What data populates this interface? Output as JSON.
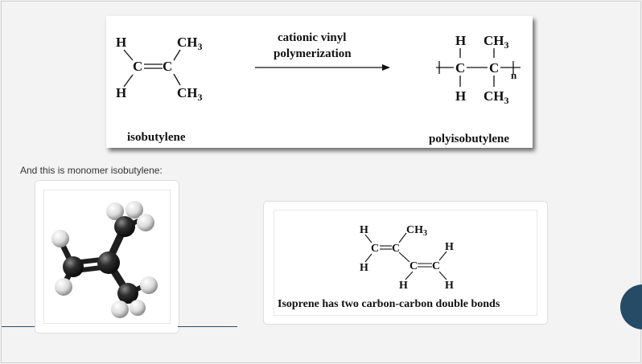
{
  "reaction": {
    "reactant_label": "isobutylene",
    "product_label": "polyisobutylene",
    "arrow_label_line1": "cationic vinyl",
    "arrow_label_line2": "polymerization",
    "atoms": {
      "h": "H",
      "c": "C",
      "ch3": "CH",
      "sub3": "3",
      "n": "n"
    }
  },
  "caption": "And this is monomer isobutylene:",
  "isoprene": {
    "caption": "Isoprene has two carbon-carbon double bonds"
  },
  "colors": {
    "accent": "#264b66",
    "carbon": "#2b2b2b",
    "hydrogen": "#e8e8e8"
  }
}
